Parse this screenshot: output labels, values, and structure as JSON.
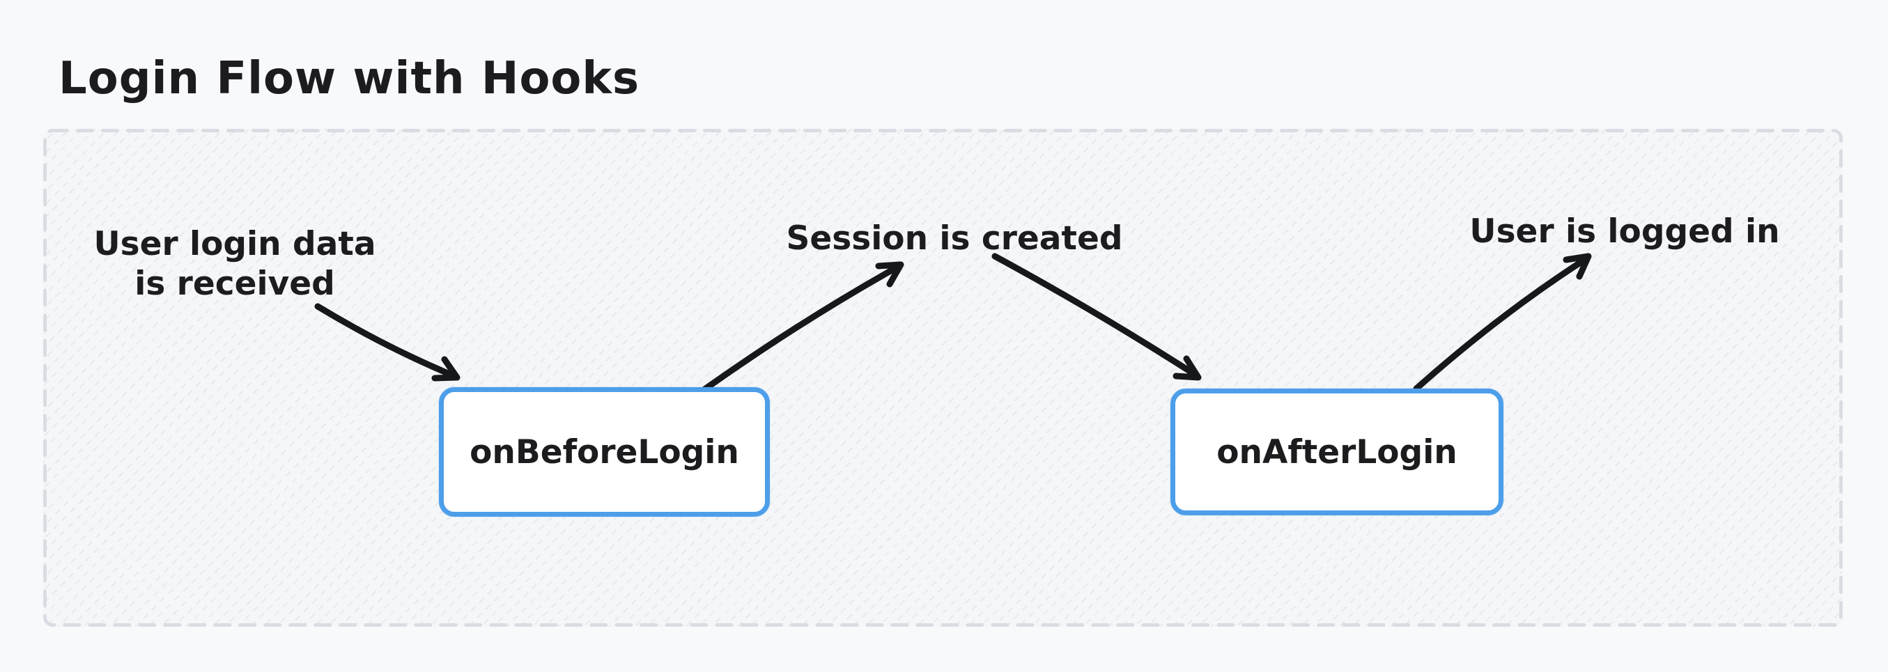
{
  "title": "Login Flow with Hooks",
  "diagram": {
    "annotations": {
      "input": {
        "line1": "User login data",
        "line2": "is received"
      },
      "session": "Session is created",
      "logged_in": "User is logged in"
    },
    "nodes": {
      "before": "onBeforeLogin",
      "after": "onAfterLogin"
    },
    "edges": [
      {
        "from": "User login data is received",
        "to": "onBeforeLogin"
      },
      {
        "from": "onBeforeLogin",
        "to": "Session is created"
      },
      {
        "from": "Session is created",
        "to": "onAfterLogin"
      },
      {
        "from": "onAfterLogin",
        "to": "User is logged in"
      }
    ],
    "colors": {
      "page_bg": "#f8f9fa",
      "canvas_bg": "#f5f6f8",
      "hatch_line": "#e7e9ee",
      "container_dash": "#d9dce2",
      "node_border": "#4d9ee9",
      "node_fill": "#ffffff",
      "text": "#1c1c1f",
      "arrow": "#17181c"
    }
  }
}
